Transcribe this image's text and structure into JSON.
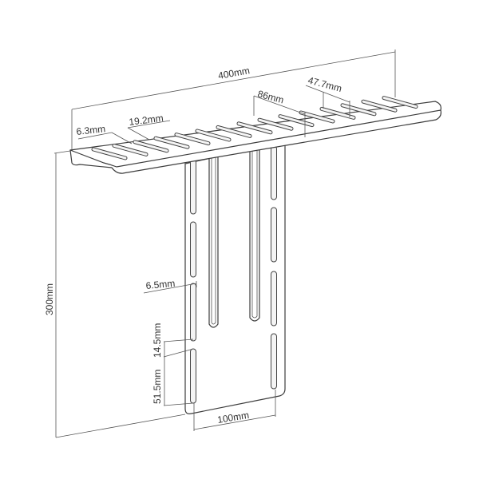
{
  "title": "Shelf bracket dimension drawing",
  "colors": {
    "line": "#4a4a4a",
    "text": "#333333"
  },
  "dimensions": {
    "overall_width": "400mm",
    "slot_pitch_right": "86mm",
    "slot_length": "47.7mm",
    "slot_width": "6.3mm",
    "slot_spacing": "19.2mm",
    "overall_height": "300mm",
    "vertical_slot_width": "6.5mm",
    "vertical_slot_gap": "14.5mm",
    "vertical_slot_length": "51.5mm",
    "column_spacing": "100mm"
  }
}
